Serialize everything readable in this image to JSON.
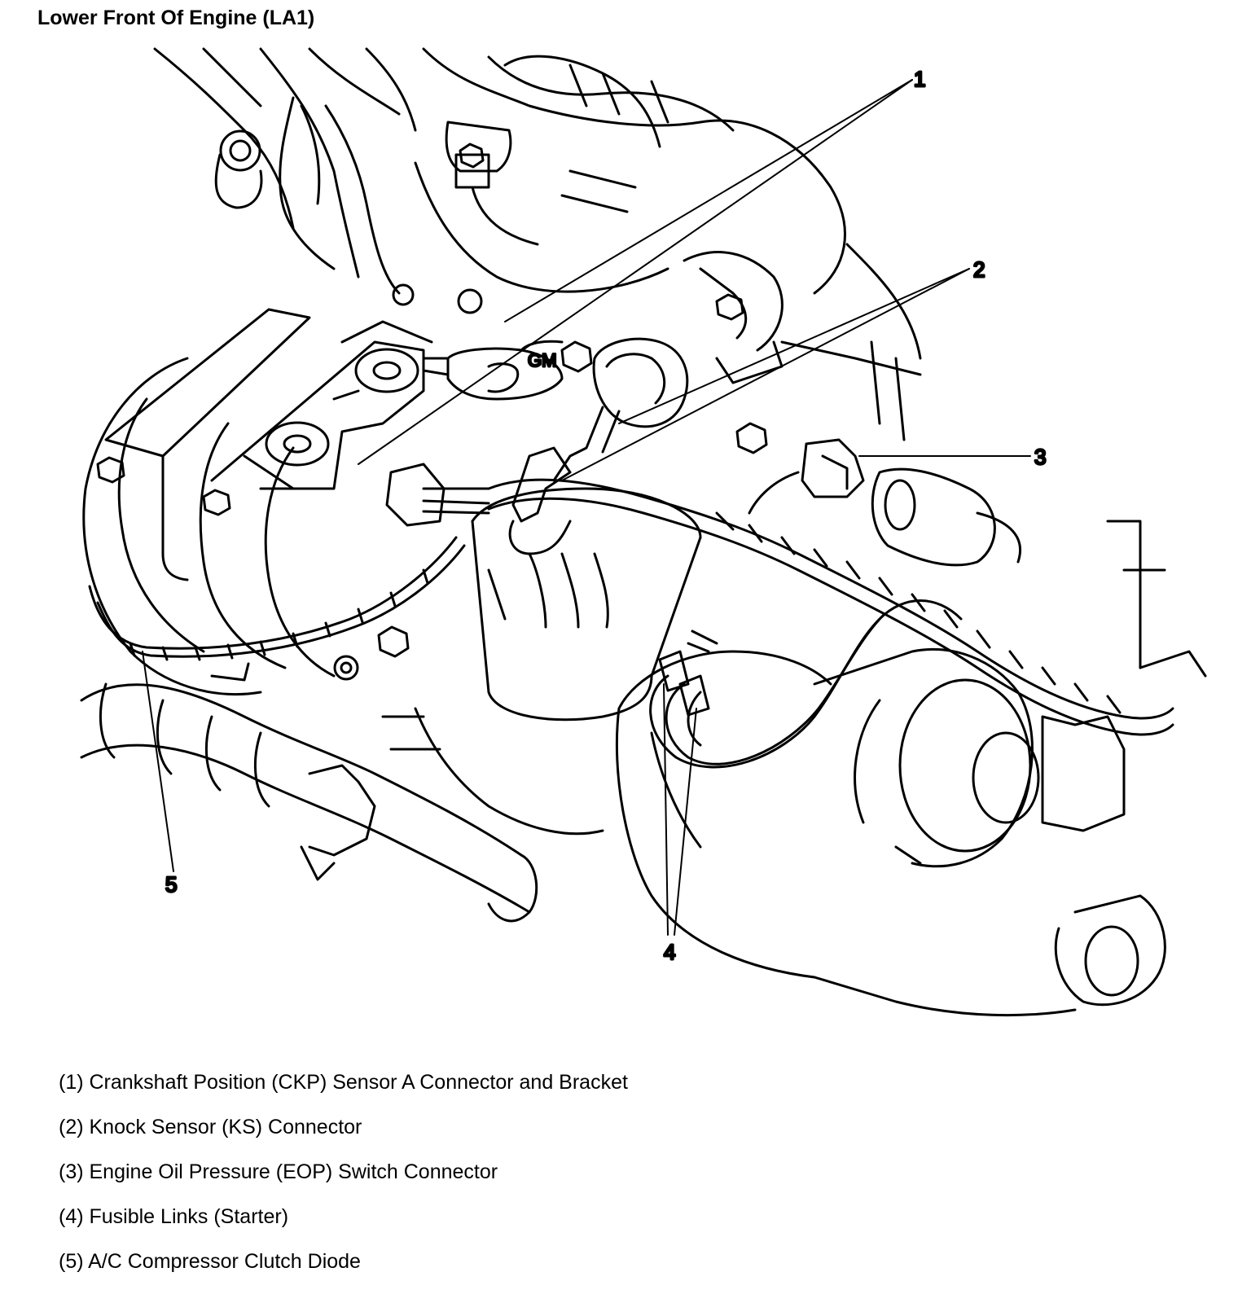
{
  "title": "Lower Front Of Engine (LA1)",
  "callouts": [
    "1",
    "2",
    "3",
    "4",
    "5"
  ],
  "legend": [
    "(1) Crankshaft Position (CKP) Sensor A Connector and Bracket",
    "(2) Knock Sensor (KS) Connector",
    "(3) Engine Oil Pressure (EOP) Switch Connector",
    "(4) Fusible Links (Starter)",
    "(5) A/C Compressor Clutch Diode"
  ],
  "engraving": "GM",
  "colors": {
    "ink": "#000000",
    "paper": "#ffffff"
  }
}
